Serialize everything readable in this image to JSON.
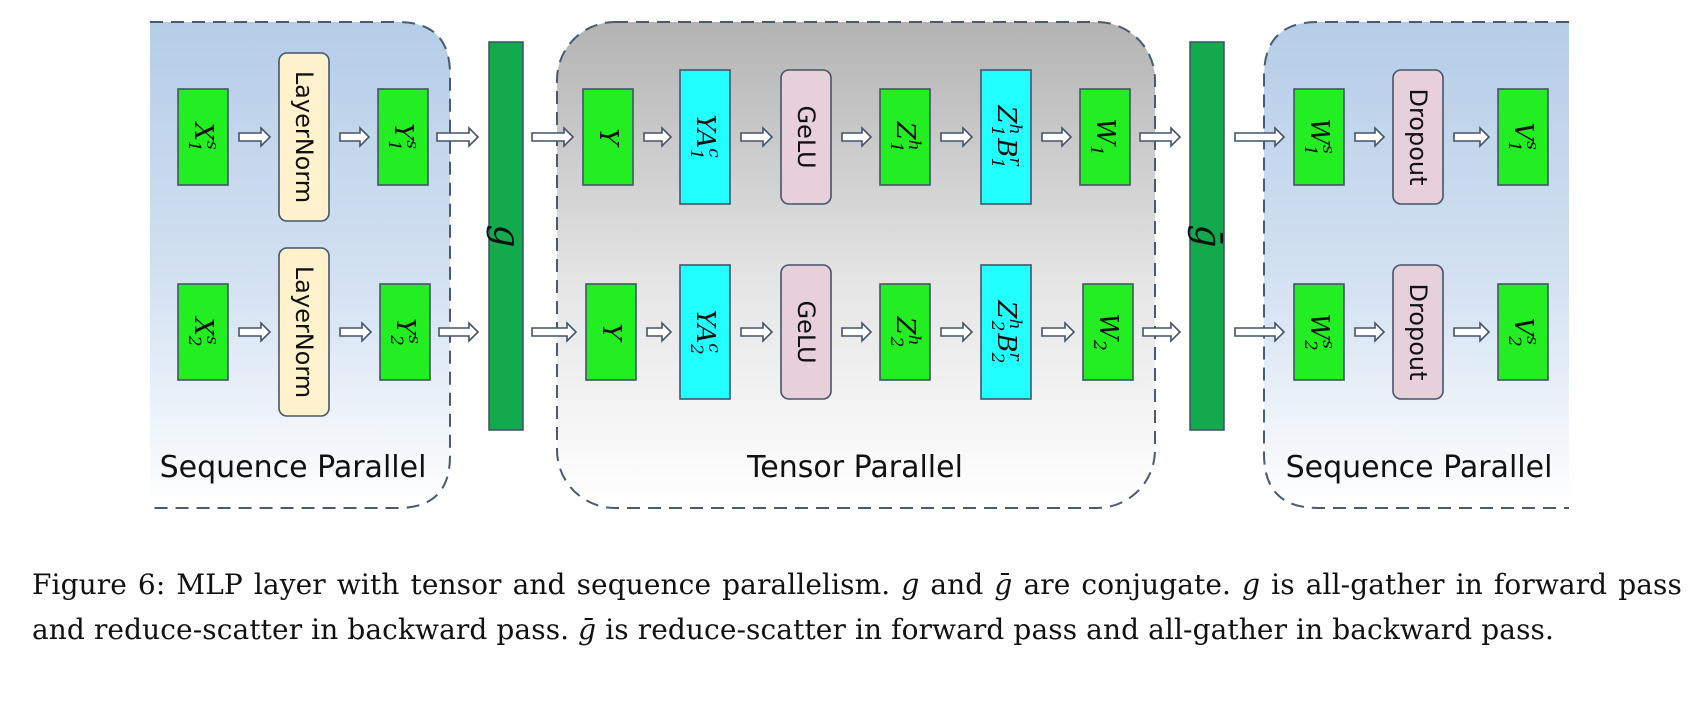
{
  "regions": {
    "left_label": "Sequence Parallel",
    "center_label": "Tensor Parallel",
    "right_label": "Sequence Parallel"
  },
  "collectives": {
    "g_label": "g",
    "gbar_label": "ḡ"
  },
  "rows": [
    {
      "input": {
        "base": "X",
        "sup": "s",
        "sub": "1"
      },
      "layernorm": "LayerNorm",
      "seq_out": {
        "base": "Y",
        "sup": "s",
        "sub": "1"
      },
      "y": {
        "base": "Y",
        "sup": "",
        "sub": ""
      },
      "ya": {
        "base": "YA",
        "sup": "c",
        "sub": "1"
      },
      "gelu": "GeLU",
      "z": {
        "base": "Z",
        "sup": "h",
        "sub": "1"
      },
      "zb": {
        "base": "Z",
        "sup": "h",
        "sub": "1",
        "base2": "B",
        "sup2": "r",
        "sub2": "1"
      },
      "w": {
        "base": "W",
        "sup": "",
        "sub": "1"
      },
      "ws": {
        "base": "W",
        "sup": "s",
        "sub": "1"
      },
      "dropout": "Dropout",
      "v": {
        "base": "V",
        "sup": "s",
        "sub": "1"
      }
    },
    {
      "input": {
        "base": "X",
        "sup": "s",
        "sub": "2"
      },
      "layernorm": "LayerNorm",
      "seq_out": {
        "base": "Y",
        "sup": "s",
        "sub": "2"
      },
      "y": {
        "base": "Y",
        "sup": "",
        "sub": ""
      },
      "ya": {
        "base": "YA",
        "sup": "c",
        "sub": "2"
      },
      "gelu": "GeLU",
      "z": {
        "base": "Z",
        "sup": "h",
        "sub": "2"
      },
      "zb": {
        "base": "Z",
        "sup": "h",
        "sub": "2",
        "base2": "B",
        "sup2": "r",
        "sub2": "2"
      },
      "w": {
        "base": "W",
        "sup": "",
        "sub": "2"
      },
      "ws": {
        "base": "W",
        "sup": "s",
        "sub": "2"
      },
      "dropout": "Dropout",
      "v": {
        "base": "V",
        "sup": "s",
        "sub": "2"
      }
    }
  ],
  "caption": {
    "p1": "Figure 6: MLP layer with tensor and sequence parallelism. ",
    "g1": "g",
    "p2": " and ",
    "g2": "ḡ",
    "p3": " are conjugate. ",
    "g3": "g",
    "p4": " is all-gather in forward pass and reduce-scatter in backward pass. ",
    "g4": "ḡ",
    "p5": " is reduce-scatter in forward pass and all-gather in backward pass."
  },
  "colors": {
    "green": "#22ee22",
    "cyan": "#22ffff",
    "dark_green": "#12aa4c",
    "cream": "#fff2cc",
    "pink": "#e8d0db",
    "blue_tint": "#b5cde8",
    "gray_tint": "#b3b3b3"
  }
}
